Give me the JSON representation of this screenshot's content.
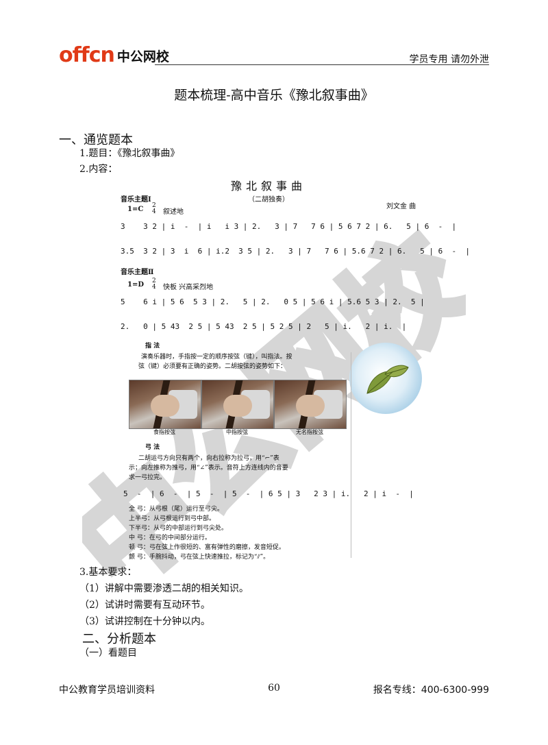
{
  "header": {
    "brand_latin": "offcn",
    "brand_cn": "中公网校",
    "right_text": "学员专用  请勿外泄"
  },
  "title": "题本梳理-高中音乐《豫北叙事曲》",
  "section1": {
    "heading": "一、通览题本",
    "item1": "1.题目：《豫北叙事曲》",
    "item2": "2.内容："
  },
  "score": {
    "title": "豫北叙事曲",
    "subtitle": "（二胡独奏）",
    "composer": "刘文金  曲",
    "theme1": {
      "label": "音乐主题Ⅰ",
      "key": "1=C",
      "meter_top": "2",
      "meter_bottom": "4",
      "expression": "叙述地",
      "line1": "3    3 2 | i  -  | i   i 3 | 2.   3 | 7   7 6 | 5 6 7 2 | 6.   5 | 6  -  |",
      "line2": "3.5  3 2 | 3  i  6 | i.2  3 5 | 2.   3 | 7   7 6 | 5.6 7 2 | 6.   5 | 6  -  |"
    },
    "theme2": {
      "label": "音乐主题Ⅱ",
      "key": "1=D",
      "meter_top": "2",
      "meter_bottom": "4",
      "expression": "快板  兴高采烈地",
      "line1": "5    6 i | 5 6  5 3 | 2.   5 | 2.   0 5 | 5 6 i | 5.6 5 3 | 2.  5 |",
      "line2": "2.   0 | 5 43  2 5 | 5 43  2 5 | 5 2 5 | 2   5 | i.   2 | i.  |"
    },
    "fingering": {
      "heading": "指    法",
      "text1": "演奏乐器时，手指按一定的顺序按弦（键），叫指法。按",
      "text2": "弦（键）必须要有正确的姿势。二胡按弦的姿势如下："
    },
    "photos": [
      {
        "caption": "食指按弦"
      },
      {
        "caption": "中指按弦"
      },
      {
        "caption": "无名指按弦"
      }
    ],
    "bowing": {
      "heading": "弓    法",
      "text1": "二胡运弓方向只有两个，向右拉称为拉弓，用“⌐”表",
      "text2": "示；向左推称为推弓，用“∠”表示。音符上方连线内的音要",
      "text3": "求一弓拉完。",
      "notes": "5  -  | 6  -  | 5  -  | 5  -  | 6 5 | 3   2 3 | i.   2 | i  -  |",
      "list": [
        "全  弓：从弓根（尾）运行至弓尖。",
        "上半弓：从弓根运行到弓中部。",
        "下半弓：从弓的中部运行到弓尖处。",
        "中  弓：在弓的中间部分运行。",
        "顿  弓：弓在弦上作很短的、富有弹性的磨擦，发音短促。",
        "颤  弓：手腕抖动，弓在弦上快速推拉，标记为“⫽”。"
      ]
    }
  },
  "requirements": {
    "heading": "3.基本要求：",
    "items": [
      "（1）讲解中需要渗透二胡的相关知识。",
      "（2）试讲时需要有互动环节。",
      "（3）试讲控制在十分钟以内。"
    ]
  },
  "section2": {
    "heading": "二、分析题本",
    "sub": "（一）看题目"
  },
  "watermark": "中公网校",
  "footer": {
    "left": "中公教育学员培训资料",
    "page": "60",
    "right": "报名专线：400-6300-999"
  },
  "colors": {
    "brand_red": "#e03a17",
    "watermark_gray": "#d9d9d9"
  }
}
